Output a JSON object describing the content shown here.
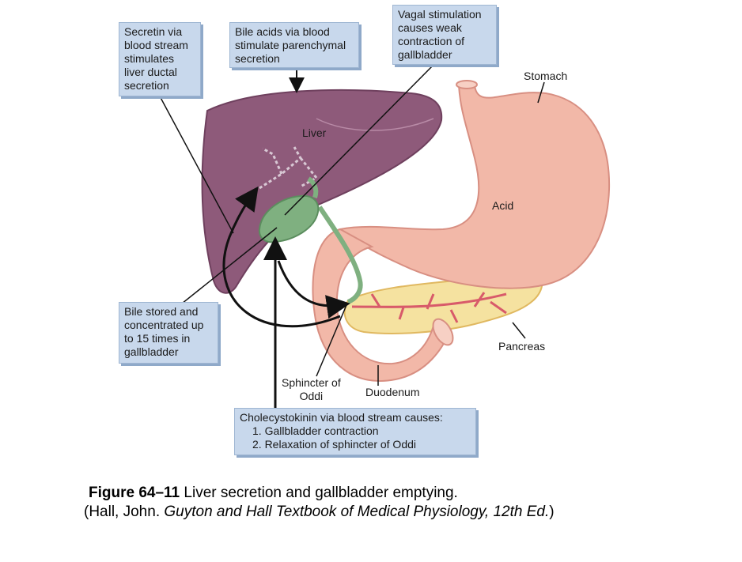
{
  "callouts": {
    "secretin": "Secretin via\nblood stream\nstimulates\nliver ductal\nsecretion",
    "bile_acids": "Bile acids via blood\nstimulate parenchymal\nsecretion",
    "vagal": "Vagal stimulation\ncauses weak\ncontraction of\ngallbladder",
    "bile_stored": "Bile stored and\nconcentrated up\nto 15 times in\ngallbladder",
    "cck_title": "Cholecystokinin via blood stream causes:",
    "cck_item1": "1. Gallbladder contraction",
    "cck_item2": "2. Relaxation of sphincter of Oddi"
  },
  "labels": {
    "liver": "Liver",
    "stomach": "Stomach",
    "acid": "Acid",
    "pancreas": "Pancreas",
    "sphincter": "Sphincter of\nOddi",
    "duodenum": "Duodenum"
  },
  "caption": {
    "figure_number": "Figure 64–11",
    "figure_title": " Liver secretion and gallbladder emptying.",
    "citation_open": "(Hall, John. ",
    "citation_book": "Guyton and Hall Textbook of Medical Physiology, 12th Ed.",
    "citation_close": ")"
  },
  "colors": {
    "liver": "#8e5a7a",
    "stomach": "#f2b8a8",
    "gallbladder": "#7fb080",
    "pancreas": "#f5e2a0",
    "callout_bg": "#c8d8ec"
  }
}
